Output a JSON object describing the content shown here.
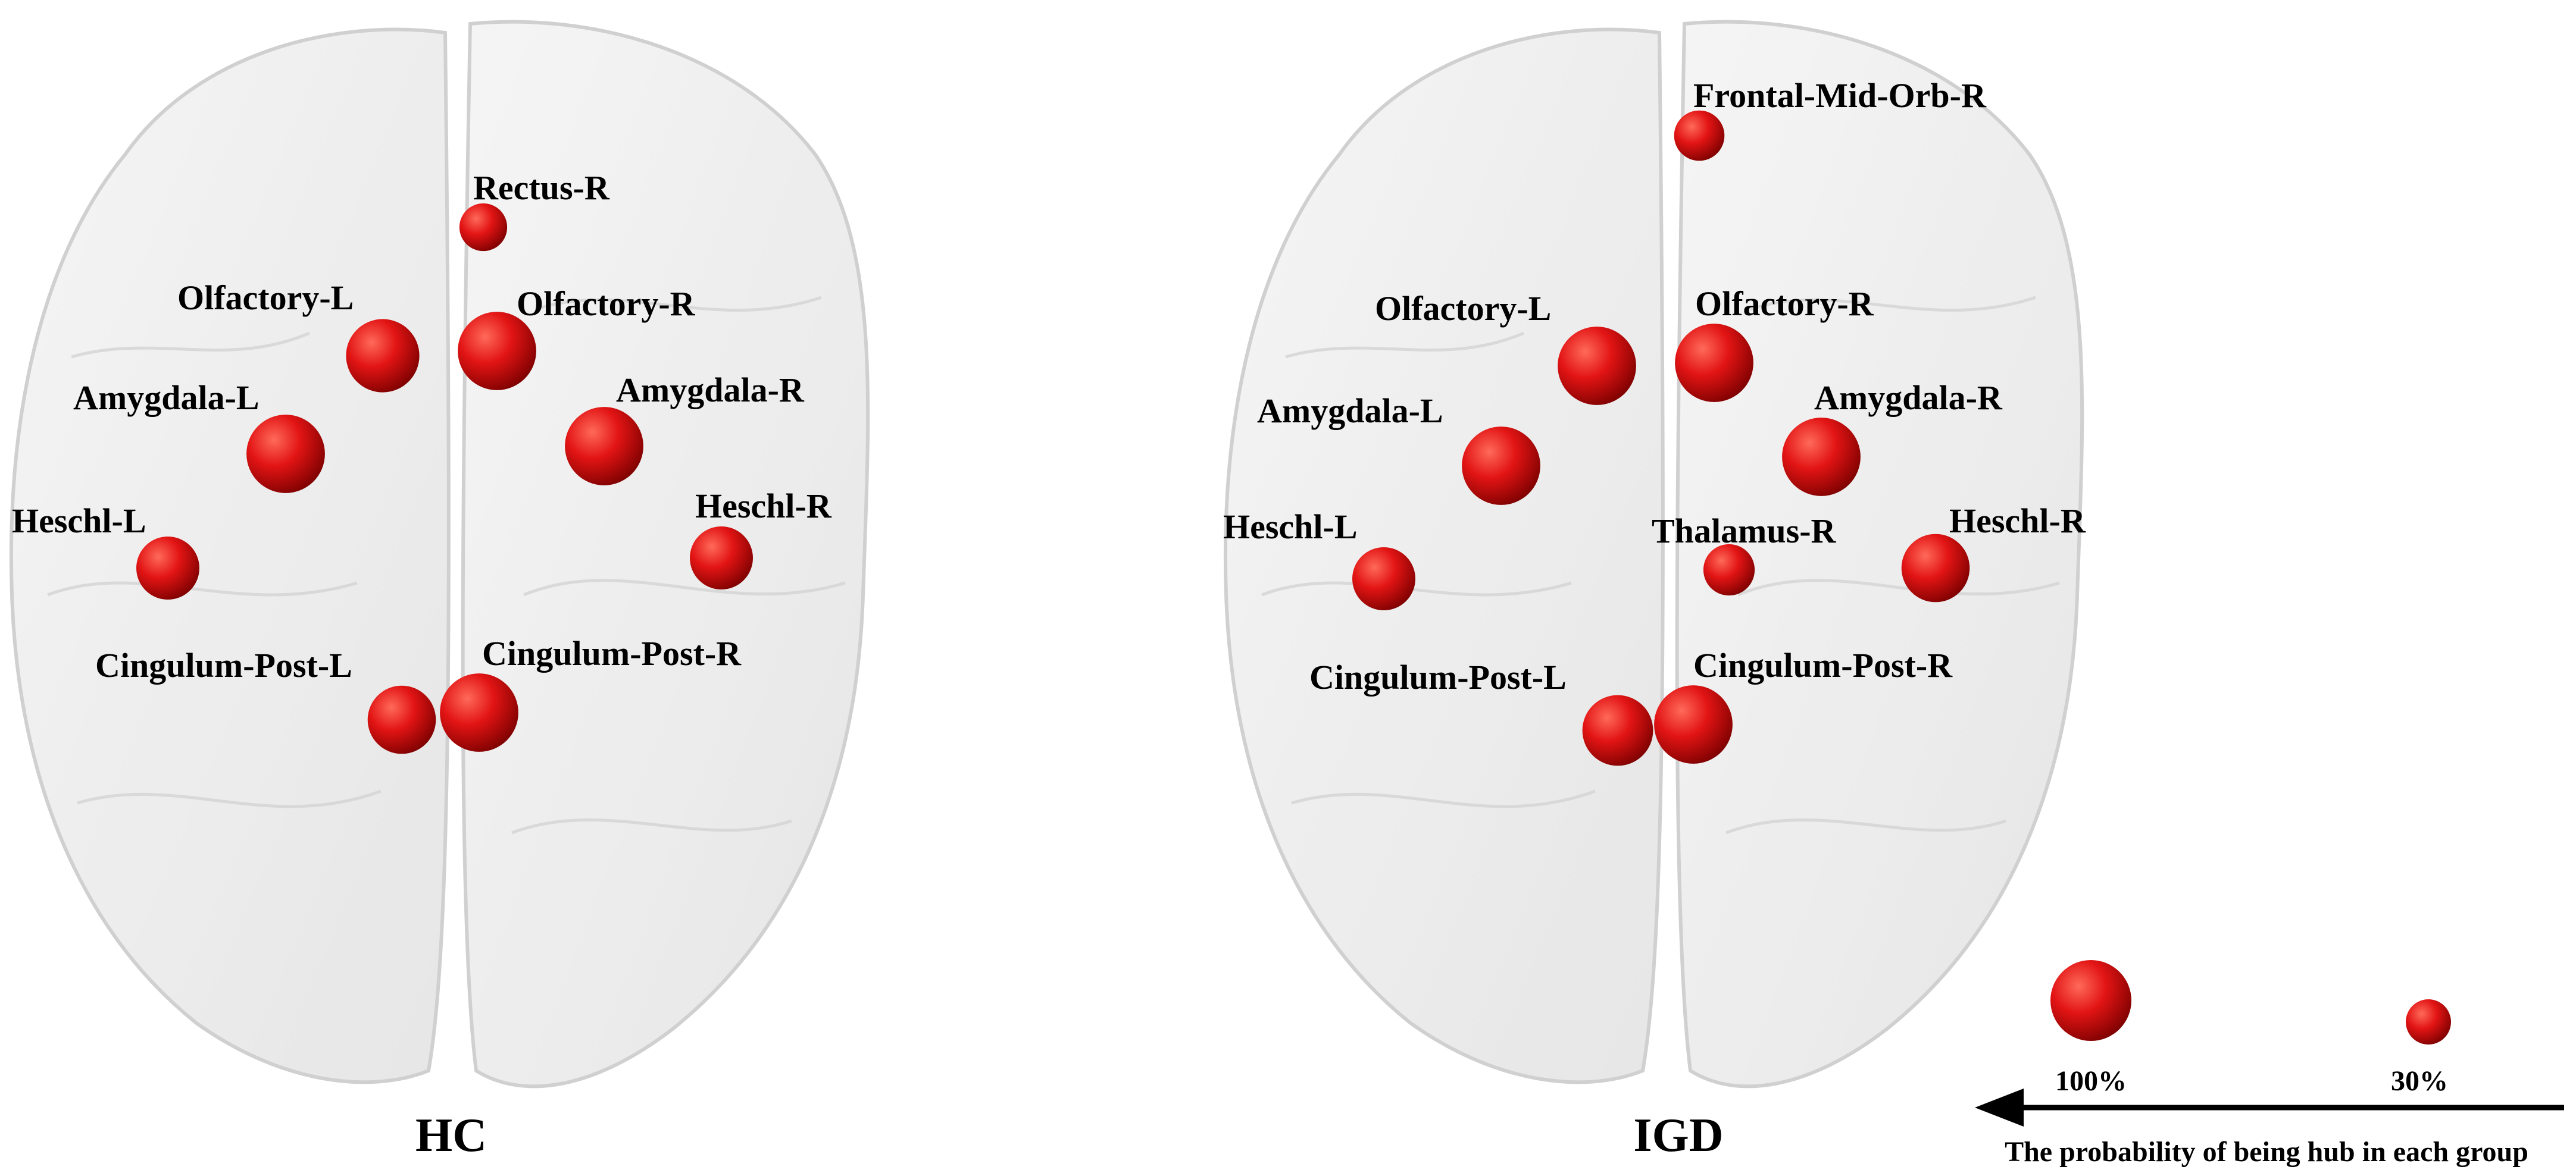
{
  "colors": {
    "hub": "#e21414",
    "hub_dark": "#7a0000",
    "brain_fill": "#eeeeee",
    "brain_stroke": "#c8c8c8",
    "arrow": "#000000"
  },
  "groups": [
    {
      "title": "HC",
      "nodes": [
        {
          "label": "Rectus-R",
          "probability": 0.35
        },
        {
          "label": "Olfactory-L",
          "probability": 0.85
        },
        {
          "label": "Olfactory-R",
          "probability": 0.95
        },
        {
          "label": "Amygdala-L",
          "probability": 0.95
        },
        {
          "label": "Amygdala-R",
          "probability": 0.95
        },
        {
          "label": "Heschl-L",
          "probability": 0.65
        },
        {
          "label": "Heschl-R",
          "probability": 0.65
        },
        {
          "label": "Cingulum-Post-L",
          "probability": 0.75
        },
        {
          "label": "Cingulum-Post-R",
          "probability": 0.95
        }
      ]
    },
    {
      "title": "IGD",
      "nodes": [
        {
          "label": "Frontal-Mid-Orb-R",
          "probability": 0.4
        },
        {
          "label": "Olfactory-L",
          "probability": 0.95
        },
        {
          "label": "Olfactory-R",
          "probability": 0.95
        },
        {
          "label": "Amygdala-L",
          "probability": 0.95
        },
        {
          "label": "Amygdala-R",
          "probability": 0.95
        },
        {
          "label": "Heschl-L",
          "probability": 0.65
        },
        {
          "label": "Thalamus-R",
          "probability": 0.42
        },
        {
          "label": "Heschl-R",
          "probability": 0.75
        },
        {
          "label": "Cingulum-Post-L",
          "probability": 0.8
        },
        {
          "label": "Cingulum-Post-R",
          "probability": 0.95
        }
      ]
    }
  ],
  "legend": {
    "large_label": "100%",
    "large_probability": 1.0,
    "small_label": "30%",
    "small_probability": 0.3,
    "caption": "The probability of being hub in each group"
  }
}
